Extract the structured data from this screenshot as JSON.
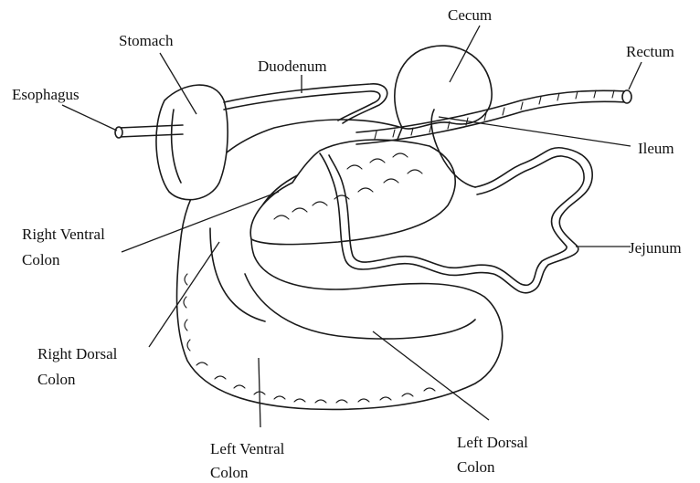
{
  "labels": {
    "stomach": "Stomach",
    "duodenum": "Duodenum",
    "cecum": "Cecum",
    "rectum": "Rectum",
    "esophagus": "Esophagus",
    "ileum": "Ileum",
    "right_ventral_colon": [
      "Right Ventral",
      "Colon"
    ],
    "jejunum": "Jejunum",
    "right_dorsal_colon": [
      "Right Dorsal",
      "Colon"
    ],
    "left_ventral_colon": [
      "Left Ventral",
      "Colon"
    ],
    "left_dorsal_colon": [
      "Left Dorsal",
      "Colon"
    ]
  }
}
